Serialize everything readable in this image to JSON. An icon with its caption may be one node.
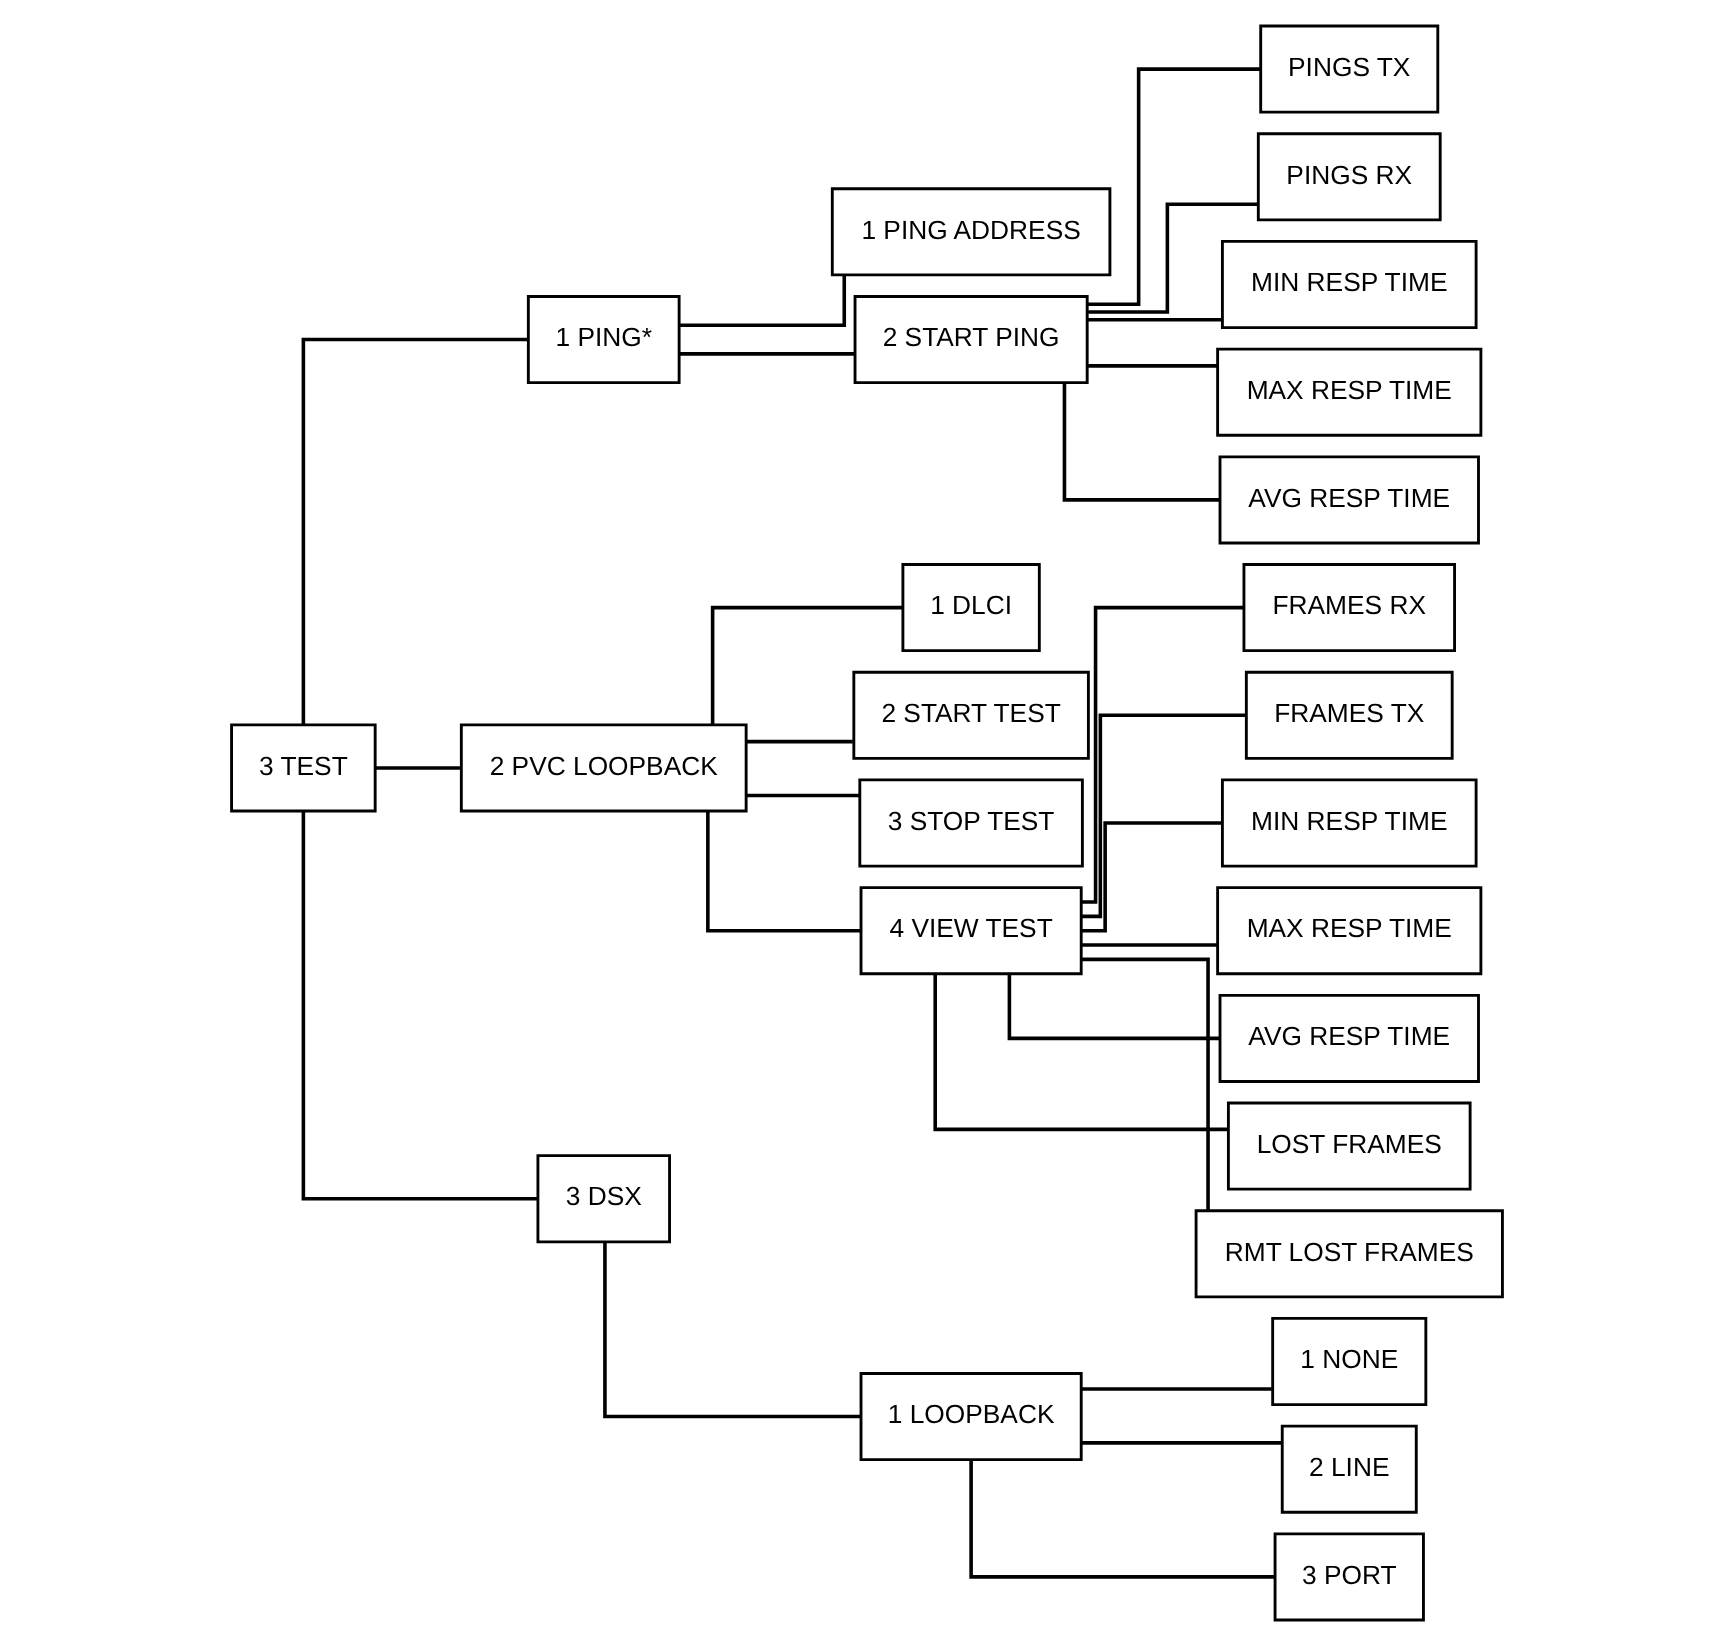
{
  "diagram": {
    "nodes": [
      {
        "text": [
          "3 TEST"
        ]
      },
      {
        "text": [
          "1 PING*"
        ]
      },
      {
        "text": [
          "2 PVC LOOPBACK"
        ]
      },
      {
        "text": [
          "3 DSX"
        ]
      },
      {
        "text": [
          "1 PING ADDRESS"
        ]
      },
      {
        "text": [
          "2 START PING"
        ]
      },
      {
        "text": [
          "PINGS TX"
        ]
      },
      {
        "text": [
          "PINGS RX"
        ]
      },
      {
        "text": [
          "MIN RESP TIME"
        ]
      },
      {
        "text": [
          "MAX RESP TIME"
        ]
      },
      {
        "text": [
          "AVG RESP TIME"
        ]
      },
      {
        "text": [
          "1 DLCI"
        ]
      },
      {
        "text": [
          "2 START TEST"
        ]
      },
      {
        "text": [
          "3 STOP TEST"
        ]
      },
      {
        "text": [
          "4 VIEW TEST"
        ]
      },
      {
        "text": [
          "FRAMES RX"
        ]
      },
      {
        "text": [
          "FRAMES TX"
        ]
      },
      {
        "text": [
          "MIN RESP TIME"
        ]
      },
      {
        "text": [
          "MAX RESP TIME"
        ]
      },
      {
        "text": [
          "AVG RESP TIME"
        ]
      },
      {
        "text": [
          "LOST FRAMES"
        ]
      },
      {
        "text": [
          "RMT LOST FRAMES"
        ]
      },
      {
        "text": [
          "1 LOOPBACK"
        ]
      },
      {
        "text": [
          "1 NONE"
        ]
      },
      {
        "text": [
          "2 LINE"
        ]
      },
      {
        "text": [
          "3 PORT"
        ]
      }
    ],
    "edges": [
      {
        "from": 0,
        "to": 1,
        "arrow": "none"
      },
      {
        "from": 0,
        "to": 2,
        "arrow": "none"
      },
      {
        "from": 0,
        "to": 3,
        "arrow": "none"
      },
      {
        "from": 1,
        "to": 4,
        "arrow": "none"
      },
      {
        "from": 1,
        "to": 5,
        "arrow": "none"
      },
      {
        "from": 5,
        "to": 6,
        "arrow": "none"
      },
      {
        "from": 5,
        "to": 7,
        "arrow": "none"
      },
      {
        "from": 5,
        "to": 8,
        "arrow": "none"
      },
      {
        "from": 5,
        "to": 9,
        "arrow": "none"
      },
      {
        "from": 5,
        "to": 10,
        "arrow": "none"
      },
      {
        "from": 2,
        "to": 11,
        "arrow": "none"
      },
      {
        "from": 2,
        "to": 12,
        "arrow": "none"
      },
      {
        "from": 2,
        "to": 13,
        "arrow": "none"
      },
      {
        "from": 2,
        "to": 14,
        "arrow": "none"
      },
      {
        "from": 14,
        "to": 15,
        "arrow": "none"
      },
      {
        "from": 14,
        "to": 16,
        "arrow": "none"
      },
      {
        "from": 14,
        "to": 17,
        "arrow": "none"
      },
      {
        "from": 14,
        "to": 18,
        "arrow": "none"
      },
      {
        "from": 14,
        "to": 19,
        "arrow": "none"
      },
      {
        "from": 14,
        "to": 20,
        "arrow": "none"
      },
      {
        "from": 14,
        "to": 21,
        "arrow": "none"
      },
      {
        "from": 3,
        "to": 22,
        "arrow": "none"
      },
      {
        "from": 22,
        "to": 23,
        "arrow": "none"
      },
      {
        "from": 22,
        "to": 24,
        "arrow": "none"
      },
      {
        "from": 22,
        "to": 25,
        "arrow": "none"
      }
    ]
  }
}
